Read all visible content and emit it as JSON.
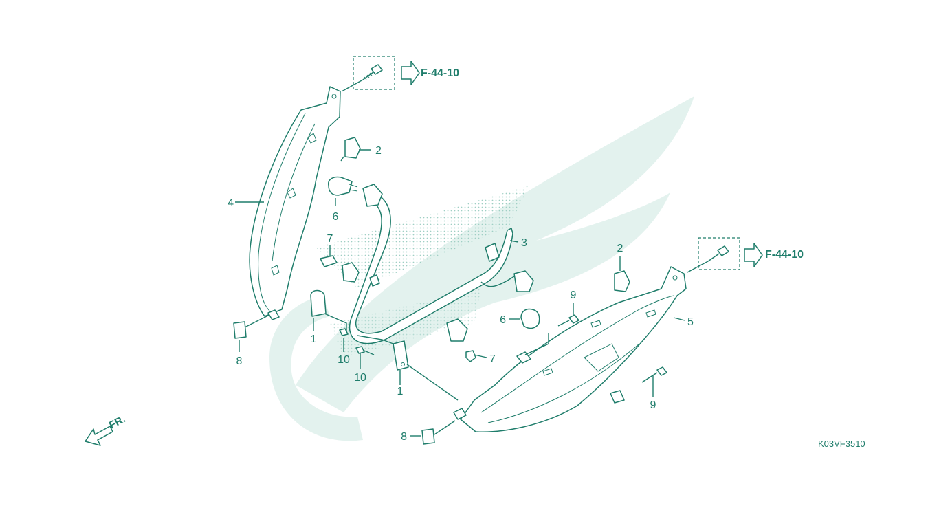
{
  "colors": {
    "ink": "#1f7d6b",
    "watermark": "#e3f2ee",
    "dots": "#9fcfc4"
  },
  "refs": {
    "top": "F-44-10",
    "right": "F-44-10"
  },
  "callouts": {
    "c1a": "1",
    "c1b": "1",
    "c2a": "2",
    "c2b": "2",
    "c3": "3",
    "c4": "4",
    "c5": "5",
    "c6a": "6",
    "c6b": "6",
    "c7a": "7",
    "c7b": "7",
    "c8a": "8",
    "c8b": "8",
    "c9a": "9",
    "c9b": "9",
    "c10a": "10",
    "c10b": "10"
  },
  "direction": "FR.",
  "drawing_code": "K03VF3510",
  "icons": [
    "reference-arrow-icon",
    "front-direction-arrow-icon",
    "honda-wing-watermark"
  ]
}
